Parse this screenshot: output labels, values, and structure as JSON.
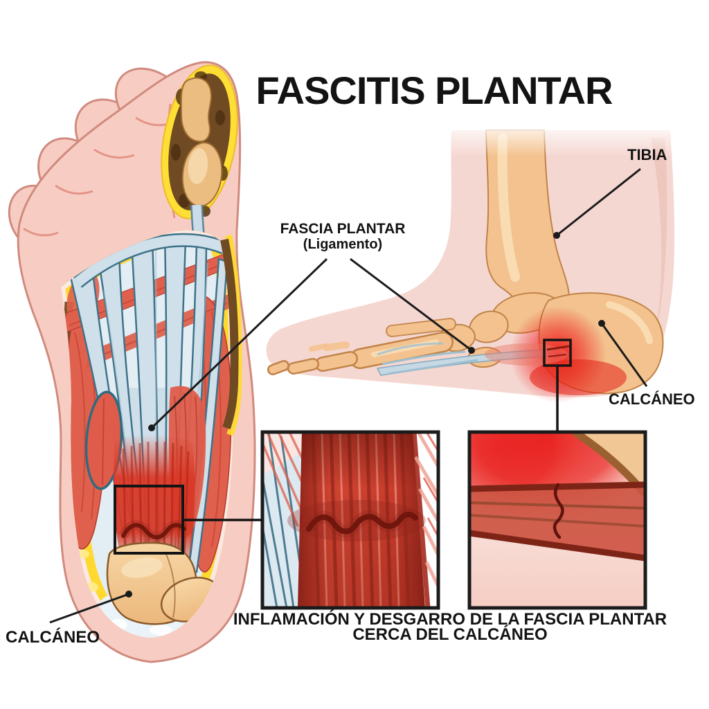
{
  "title": "FASCITIS PLANTAR",
  "labels": {
    "fascia_plantar": {
      "line1": "FASCIA PLANTAR",
      "line2": "(Ligamento)"
    },
    "tibia": "TIBIA",
    "calcaneo_side": "CALCÁNEO",
    "calcaneo_sole": "CALCÁNEO"
  },
  "caption": {
    "line1": "INFLAMACIÓN Y DESGARRO DE LA FASCIA PLANTAR",
    "line2": "CERCA DEL CALCÁNEO"
  },
  "colors": {
    "background": "#ffffff",
    "text": "#131313",
    "skin_pink": "#f7cdc3",
    "skin_outline": "#d08a7e",
    "fat_yellow": "#ffd930",
    "fascia_blue": "#cfe0eb",
    "fascia_outline": "#3f7288",
    "muscle_red": "#e0604e",
    "inflammation_red": "#e81e1e",
    "tear_dark_red": "#6e150d",
    "bone_tan": "#f3c28e",
    "tissue_brown": "#6f4a22",
    "leader_line": "#1b1b1b"
  }
}
